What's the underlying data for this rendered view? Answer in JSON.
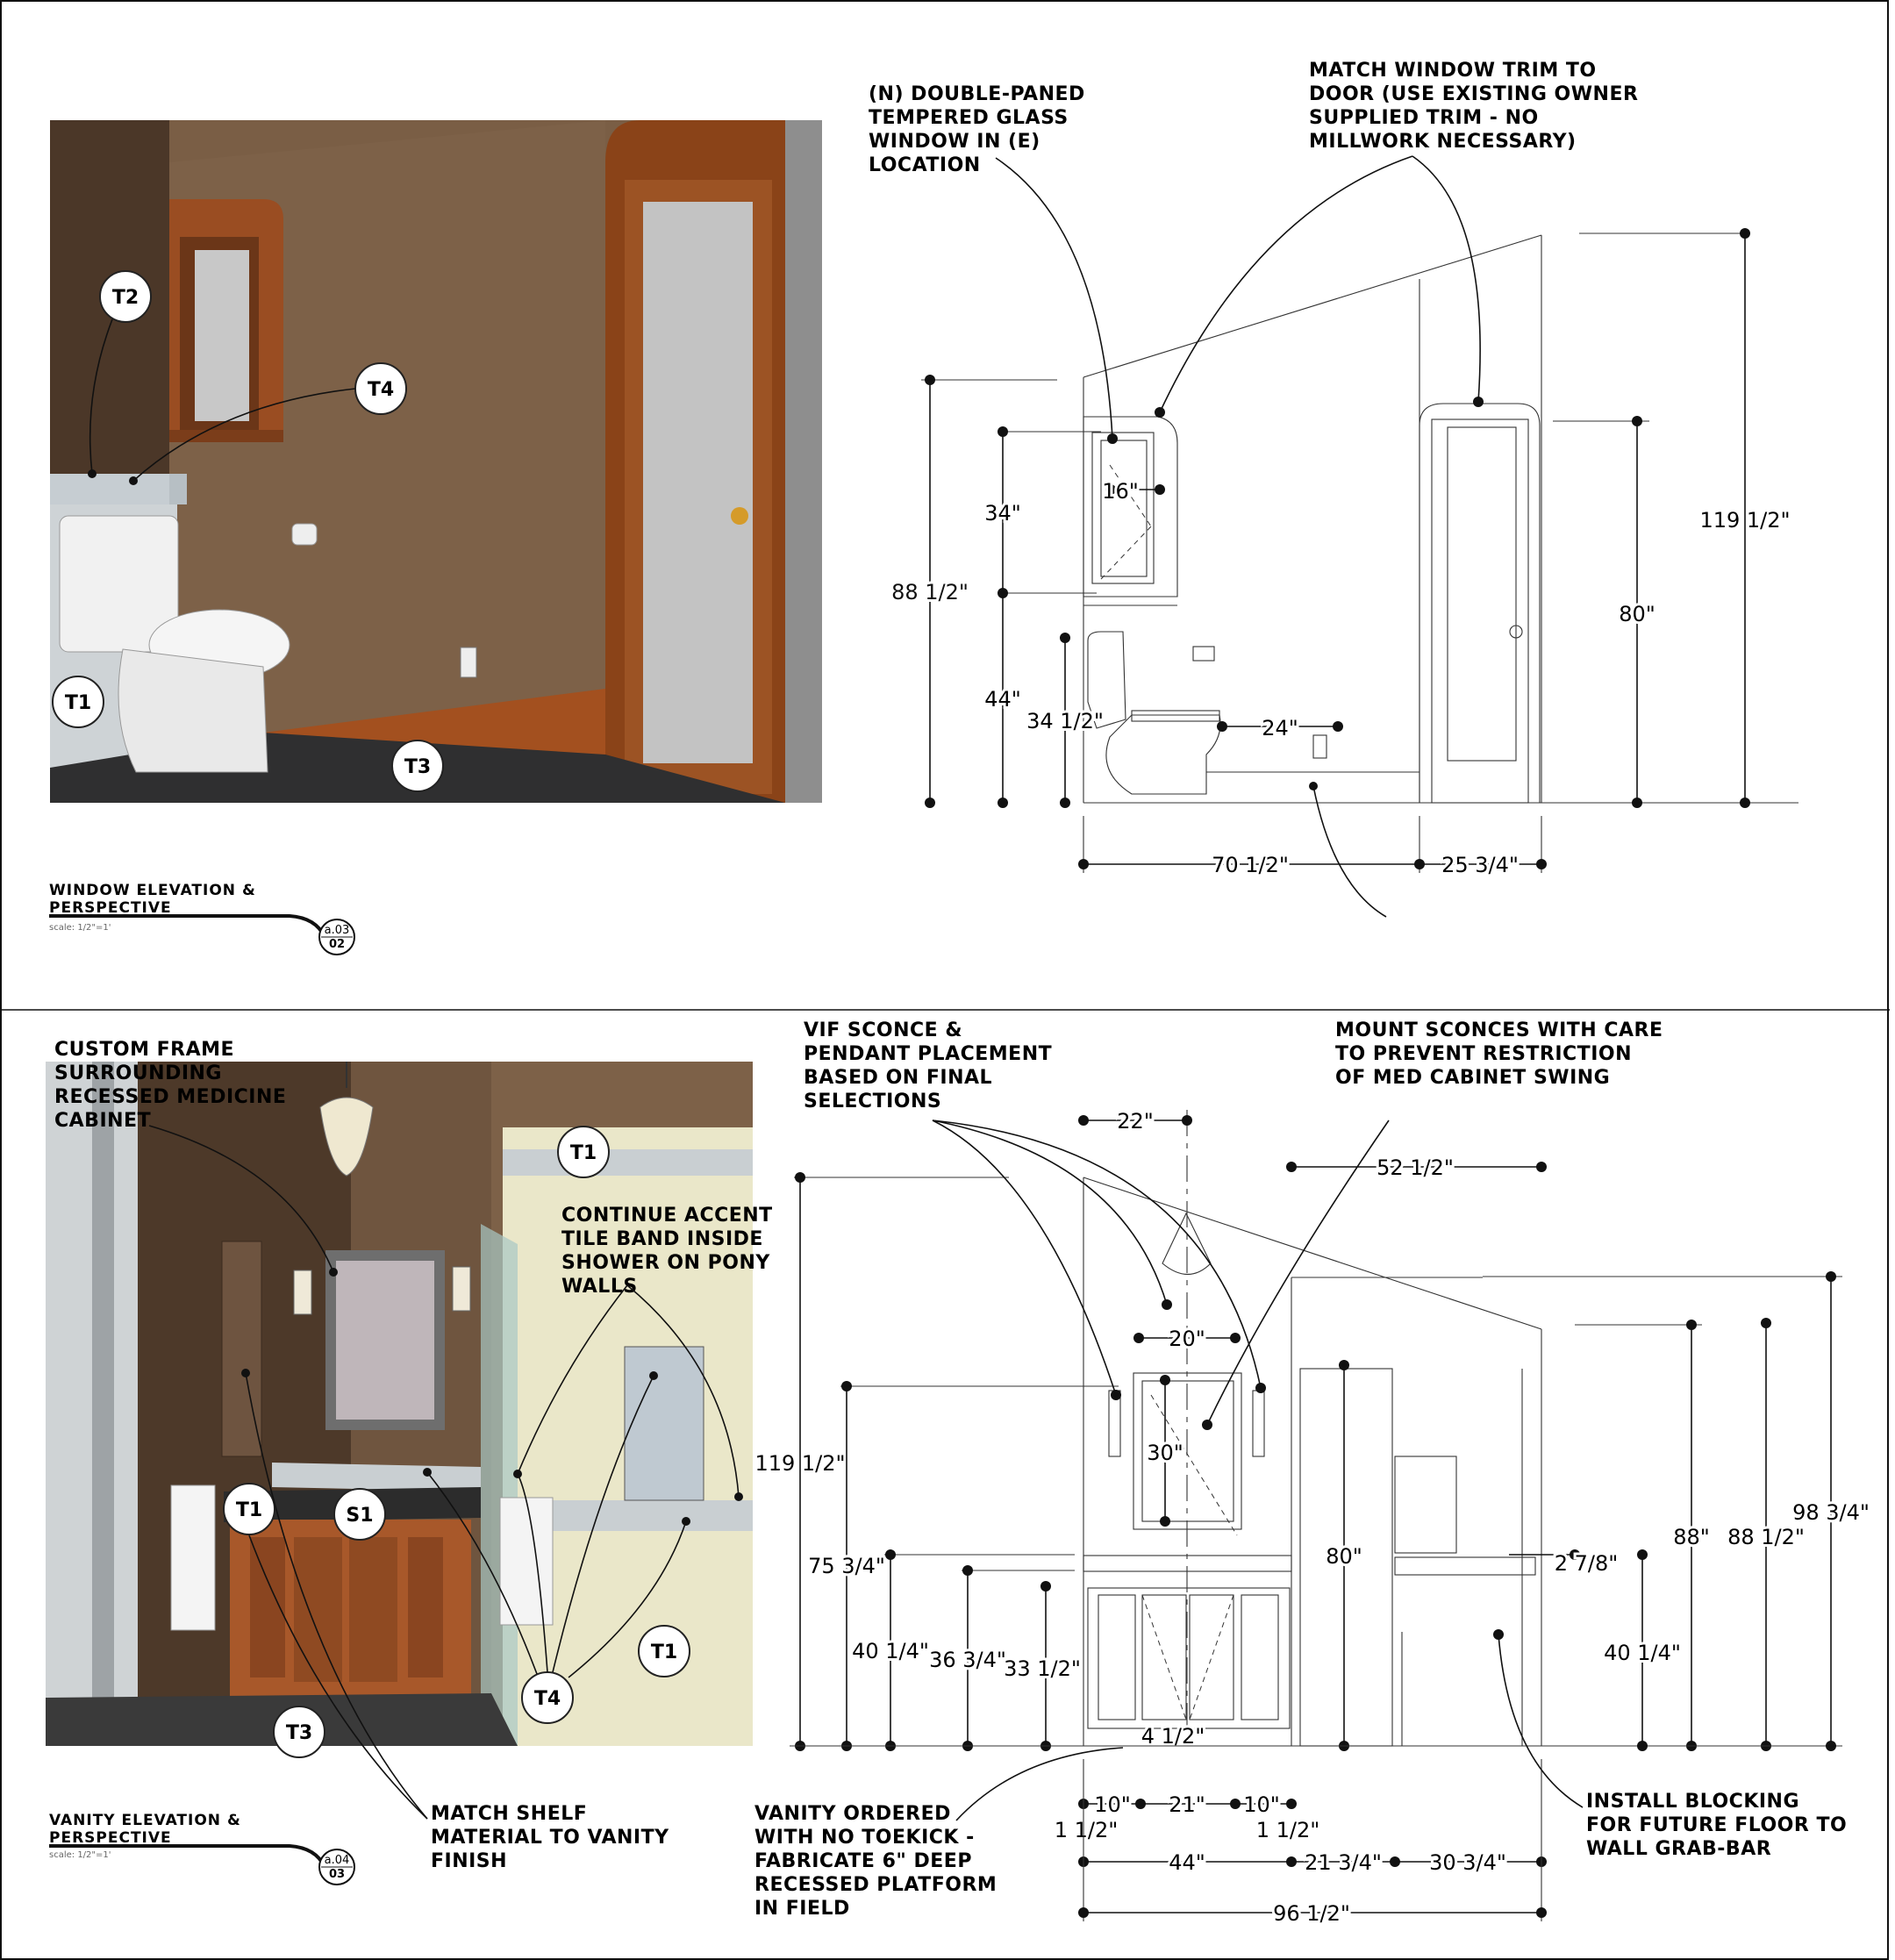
{
  "sheet": {
    "top": {
      "title_line1": "WINDOW ELEVATION &",
      "title_line2": "PERSPECTIVE",
      "scale": "scale: 1/2\"=1'",
      "sheet_ref": "a.03",
      "detail_no": "02",
      "tags": {
        "t2": "T2",
        "t4": "T4",
        "t1": "T1",
        "t3": "T3"
      },
      "notes": {
        "window": [
          "(N) DOUBLE-PANED",
          "TEMPERED GLASS",
          "WINDOW IN (E)",
          "LOCATION"
        ],
        "trim": [
          "MATCH WINDOW TRIM TO",
          "DOOR (USE EXISTING OWNER",
          "SUPPLIED TRIM - NO",
          "MILLWORK NECESSARY)"
        ]
      },
      "dims": {
        "d16": "16\"",
        "d34": "34\"",
        "d88_5": "88 1/2\"",
        "d44": "44\"",
        "d34_5": "34 1/2\"",
        "d24": "24\"",
        "d119_5": "119 1/2\"",
        "d80": "80\"",
        "d70_5": "70 1/2\"",
        "d25_75": "25 3/4\""
      }
    },
    "bottom": {
      "title_line1": "VANITY ELEVATION &",
      "title_line2": "PERSPECTIVE",
      "scale": "scale: 1/2\"=1'",
      "sheet_ref": "a.04",
      "detail_no": "03",
      "tags": {
        "t1a": "T1",
        "t1b": "T1",
        "t1c": "T1",
        "s1": "S1",
        "t3": "T3",
        "t4": "T4"
      },
      "notes": {
        "frame": [
          "CUSTOM FRAME",
          "SURROUNDING",
          "RECESSED MEDICINE",
          "CABINET"
        ],
        "accent": [
          "CONTINUE ACCENT",
          "TILE BAND INSIDE",
          "SHOWER ON PONY",
          "WALLS"
        ],
        "shelf": [
          "MATCH SHELF",
          "MATERIAL TO VANITY",
          "FINISH"
        ],
        "sconce": [
          "VIF SCONCE &",
          "PENDANT PLACEMENT",
          "BASED ON FINAL",
          "SELECTIONS"
        ],
        "mount": [
          "MOUNT SCONCES WITH CARE",
          "TO PREVENT RESTRICTION",
          "OF MED CABINET SWING"
        ],
        "vanity": [
          "VANITY ORDERED",
          "WITH NO TOEKICK -",
          "FABRICATE 6\" DEEP",
          "RECESSED PLATFORM",
          "IN FIELD"
        ],
        "blocking": [
          "INSTALL BLOCKING",
          "FOR FUTURE FLOOR TO",
          "WALL GRAB-BAR"
        ]
      },
      "dims": {
        "d22": "22\"",
        "d52_5": "52 1/2\"",
        "d20": "20\"",
        "d30": "30\"",
        "d119_5": "119 1/2\"",
        "d75_75": "75 3/4\"",
        "d40_25a": "40 1/4\"",
        "d36_75": "36 3/4\"",
        "d33_5": "33 1/2\"",
        "d4_5": "4 1/2\"",
        "d80": "80\"",
        "d2_875": "2 7/8\"",
        "d88": "88\"",
        "d88_5": "88 1/2\"",
        "d98_75": "98 3/4\"",
        "d40_25b": "40 1/4\"",
        "d10a": "10\"",
        "d21": "21\"",
        "d10b": "10\"",
        "d1_5a": "1 1/2\"",
        "d1_5b": "1 1/2\"",
        "d44": "44\"",
        "d21_75": "21 3/4\"",
        "d30_75": "30 3/4\"",
        "d96_5": "96 1/2\""
      }
    }
  }
}
